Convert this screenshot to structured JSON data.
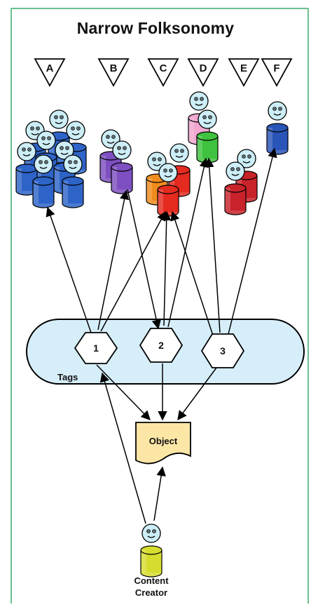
{
  "title": "Narrow Folksonomy",
  "user_groups": [
    {
      "label": "A",
      "color": "#2e64c8"
    },
    {
      "label": "B",
      "color": "#7d4fc0"
    },
    {
      "label": "C",
      "color": "#e52a20"
    },
    {
      "label": "D",
      "color": "#3fc23f"
    },
    {
      "label": "E",
      "color": "#c8222a"
    },
    {
      "label": "F",
      "color": "#2a55b8"
    }
  ],
  "tags_panel": {
    "label": "Tags",
    "tags": [
      "1",
      "2",
      "3"
    ],
    "fill": "#d6eef9"
  },
  "object": {
    "label": "Object",
    "fill": "#fbe6a6"
  },
  "creator": {
    "label_line1": "Content",
    "label_line2": "Creator",
    "color": "#d7dd2e"
  },
  "frame_color": "#3aa96a"
}
